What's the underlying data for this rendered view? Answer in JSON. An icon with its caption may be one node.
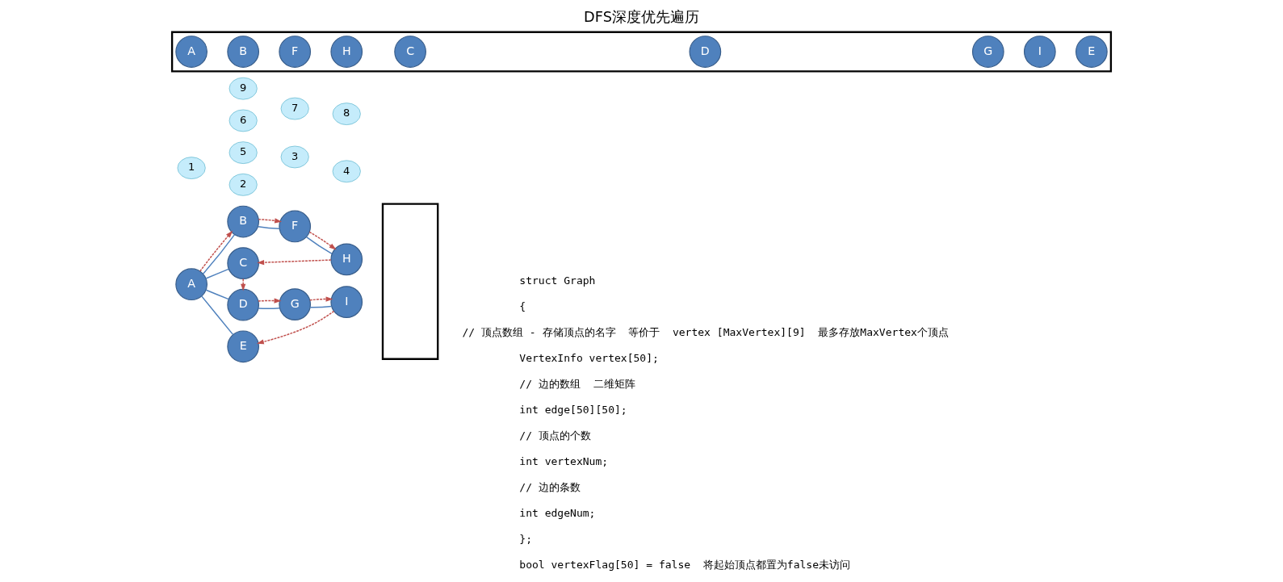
{
  "diagram": {
    "title": "DFS深度优先遍历",
    "nodes": [
      {
        "text": [
          "A"
        ]
      },
      {
        "text": [
          "B"
        ]
      },
      {
        "text": [
          "F"
        ]
      },
      {
        "text": [
          "H"
        ]
      },
      {
        "text": [
          "C"
        ]
      },
      {
        "text": [
          "D"
        ]
      },
      {
        "text": [
          "G"
        ]
      },
      {
        "text": [
          "I"
        ]
      },
      {
        "text": [
          "E"
        ]
      },
      {
        "text": [
          "1"
        ]
      },
      {
        "text": [
          "2"
        ]
      },
      {
        "text": [
          "3"
        ]
      },
      {
        "text": [
          "4"
        ]
      },
      {
        "text": [
          "5"
        ]
      },
      {
        "text": [
          "6"
        ]
      },
      {
        "text": [
          "7"
        ]
      },
      {
        "text": [
          "8"
        ]
      },
      {
        "text": [
          "9"
        ]
      },
      {
        "text": [],
        "shape": "box"
      },
      {
        "text": [],
        "shape": "box"
      },
      {
        "text": [
          "A"
        ],
        "in": 19
      },
      {
        "text": [
          "B"
        ],
        "in": 19
      },
      {
        "text": [
          "F"
        ],
        "in": 19
      },
      {
        "text": [
          "H"
        ],
        "in": 19
      },
      {
        "text": [
          "C"
        ],
        "in": 19
      },
      {
        "text": [
          "D"
        ],
        "in": 19
      },
      {
        "text": [
          "G"
        ],
        "in": 19
      },
      {
        "text": [
          "I"
        ],
        "in": 19
      },
      {
        "text": [
          "E"
        ],
        "in": 19
      }
    ],
    "edges": [
      {
        "from": 0,
        "to": 1,
        "arrow": "none"
      },
      {
        "from": 0,
        "to": 4,
        "arrow": "none"
      },
      {
        "from": 0,
        "to": 5,
        "arrow": "none"
      },
      {
        "from": 0,
        "to": 8,
        "arrow": "none"
      },
      {
        "from": 1,
        "to": 2,
        "arrow": "none"
      },
      {
        "from": 2,
        "to": 3,
        "arrow": "none"
      },
      {
        "from": 5,
        "to": 6,
        "arrow": "none"
      },
      {
        "from": 6,
        "to": 7,
        "arrow": "none"
      },
      {
        "from": 0,
        "to": 1,
        "arrow": "to",
        "style": "dashed",
        "color": "#c0504d"
      },
      {
        "from": 1,
        "to": 2,
        "arrow": "to",
        "style": "dashed",
        "color": "#c0504d"
      },
      {
        "from": 2,
        "to": 3,
        "arrow": "to",
        "style": "dashed",
        "color": "#c0504d"
      },
      {
        "from": 3,
        "to": 4,
        "arrow": "to",
        "style": "dashed",
        "color": "#c0504d"
      },
      {
        "from": 4,
        "to": 5,
        "arrow": "to",
        "style": "dashed",
        "color": "#c0504d"
      },
      {
        "from": 5,
        "to": 6,
        "arrow": "to",
        "style": "dashed",
        "color": "#c0504d"
      },
      {
        "from": 6,
        "to": 7,
        "arrow": "to",
        "style": "dashed",
        "color": "#c0504d"
      },
      {
        "from": 7,
        "to": 8,
        "arrow": "to",
        "style": "dashed",
        "color": "#c0504d"
      }
    ],
    "labels": [
      "struct Graph",
      "{",
      "// 顶点数组 - 存储顶点的名字  等价于  vertex [MaxVertex][9]  最多存放MaxVertex个顶点",
      "VertexInfo vertex[50];",
      "// 边的数组  二维矩阵",
      "int edge[50][50];",
      "// 顶点的个数",
      "int vertexNum;",
      "// 边的条数",
      "int edgeNum;",
      "};",
      "bool vertexFlag[50] = false  将起始顶点都置为false未访问"
    ]
  }
}
